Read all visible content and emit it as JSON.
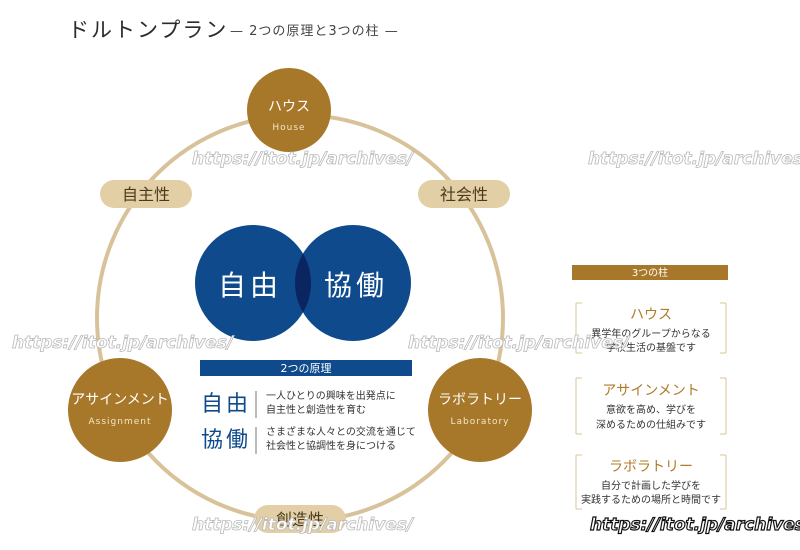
{
  "header": {
    "title": "ドルトンプラン",
    "subtitle": "— 2つの原理と3つの柱 —"
  },
  "pillars": {
    "house": {
      "label": "ハウス",
      "sub": "House"
    },
    "assignment": {
      "label": "アサインメント",
      "sub": "Assignment"
    },
    "laboratory": {
      "label": "ラボラトリー",
      "sub": "Laboratory"
    }
  },
  "qualities": {
    "autonomy": "自主性",
    "sociality": "社会性",
    "creativity": "創造性"
  },
  "venn": {
    "left": "自由",
    "right": "協働"
  },
  "principles": {
    "header": "2つの原理",
    "items": [
      {
        "term": "自由",
        "lines": [
          "一人ひとりの興味を出発点に",
          "自主性と創造性を育む"
        ]
      },
      {
        "term": "協働",
        "lines": [
          "さまざまな人々との交流を通じて",
          "社会性と協調性を身につける"
        ]
      }
    ]
  },
  "legend": {
    "header": "3つの柱",
    "cards": [
      {
        "title": "ハウス",
        "lines": [
          "異学年のグループからなる",
          "学校生活の基盤です"
        ]
      },
      {
        "title": "アサインメント",
        "lines": [
          "意欲を高め、学びを",
          "深めるための仕組みです"
        ]
      },
      {
        "title": "ラボラトリー",
        "lines": [
          "自分で計画した学びを",
          "実践するための場所と時間です"
        ]
      }
    ]
  },
  "watermarks": {
    "text": "https://itot.jp/archives/",
    "corner": "https://itot.jp/archives/"
  },
  "colors": {
    "gold": "#a8782a",
    "navy": "#0e4a8c",
    "navy_dark": "#0b2560",
    "beige": "#e2cfa6",
    "ring": "#d8c29a"
  }
}
